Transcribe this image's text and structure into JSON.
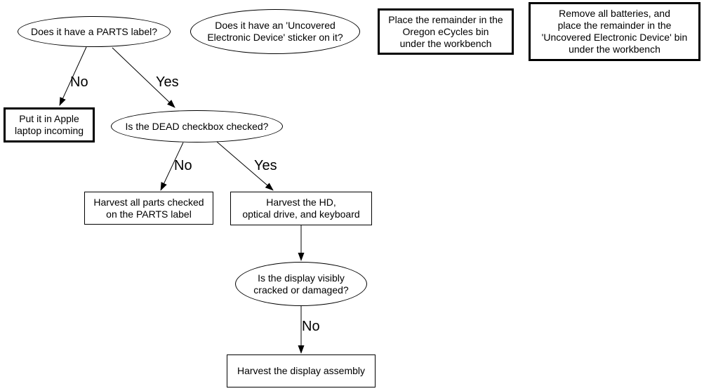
{
  "diagram": {
    "type": "flowchart",
    "colors": {
      "stroke": "#000000",
      "background": "#ffffff",
      "text": "#000000"
    },
    "nodes": [
      {
        "id": "q-parts-label",
        "shape": "ellipse",
        "lines": [
          "Does it have a PARTS label?"
        ]
      },
      {
        "id": "q-ued-sticker",
        "shape": "ellipse",
        "lines": [
          "Does it have an 'Uncovered",
          "Electronic Device' sticker on it?"
        ]
      },
      {
        "id": "action-oregon-ecycles",
        "shape": "box-bold",
        "lines": [
          "Place the remainder in the",
          "Oregon eCycles bin",
          "under the workbench"
        ]
      },
      {
        "id": "action-remove-batteries",
        "shape": "box-bold",
        "lines": [
          "Remove all batteries, and",
          "place the remainder in the",
          "'Uncovered Electronic Device' bin",
          "under the workbench"
        ]
      },
      {
        "id": "action-apple-incoming",
        "shape": "box-bold",
        "lines": [
          "Put it in Apple",
          "laptop incoming"
        ]
      },
      {
        "id": "q-dead-checkbox",
        "shape": "ellipse",
        "lines": [
          "Is the DEAD checkbox checked?"
        ]
      },
      {
        "id": "action-harvest-parts",
        "shape": "box",
        "lines": [
          "Harvest all parts checked",
          "on the PARTS label"
        ]
      },
      {
        "id": "action-harvest-hd",
        "shape": "box",
        "lines": [
          "Harvest the HD,",
          "optical drive, and keyboard"
        ]
      },
      {
        "id": "q-display-cracked",
        "shape": "ellipse",
        "lines": [
          "Is the display visibly",
          "cracked or damaged?"
        ]
      },
      {
        "id": "action-harvest-display",
        "shape": "box",
        "lines": [
          "Harvest the display assembly"
        ]
      }
    ],
    "edges": [
      {
        "from": "q-parts-label",
        "to": "action-apple-incoming",
        "label": "No"
      },
      {
        "from": "q-parts-label",
        "to": "q-dead-checkbox",
        "label": "Yes"
      },
      {
        "from": "q-dead-checkbox",
        "to": "action-harvest-parts",
        "label": "No"
      },
      {
        "from": "q-dead-checkbox",
        "to": "action-harvest-hd",
        "label": "Yes"
      },
      {
        "from": "action-harvest-hd",
        "to": "q-display-cracked",
        "label": ""
      },
      {
        "from": "q-display-cracked",
        "to": "action-harvest-display",
        "label": "No"
      }
    ]
  }
}
